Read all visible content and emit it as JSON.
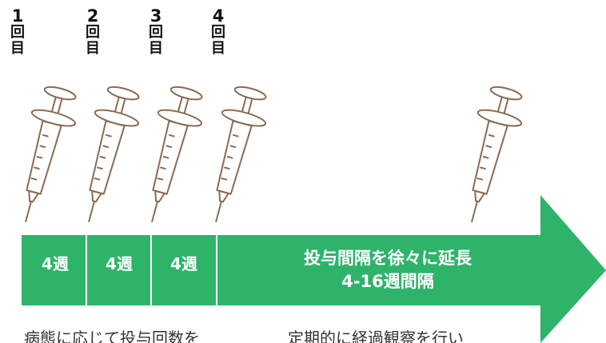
{
  "dose_labels": [
    {
      "number": "1",
      "char1": "回",
      "char2": "目"
    },
    {
      "number": "2",
      "char1": "回",
      "char2": "目"
    },
    {
      "number": "3",
      "char1": "回",
      "char2": "目"
    },
    {
      "number": "4",
      "char1": "回",
      "char2": "目"
    }
  ],
  "arrow": {
    "color": "#2db46a",
    "weeks": [
      "4週",
      "4週",
      "4週"
    ],
    "extend_line1": "投与間隔を徐々に延長",
    "extend_line2": "4-16週間隔"
  },
  "syringe_color": "#8a6b52",
  "bottom": {
    "left_text": "病態に応じて投与回数を",
    "right_text": "定期的に経過観察を行い"
  }
}
